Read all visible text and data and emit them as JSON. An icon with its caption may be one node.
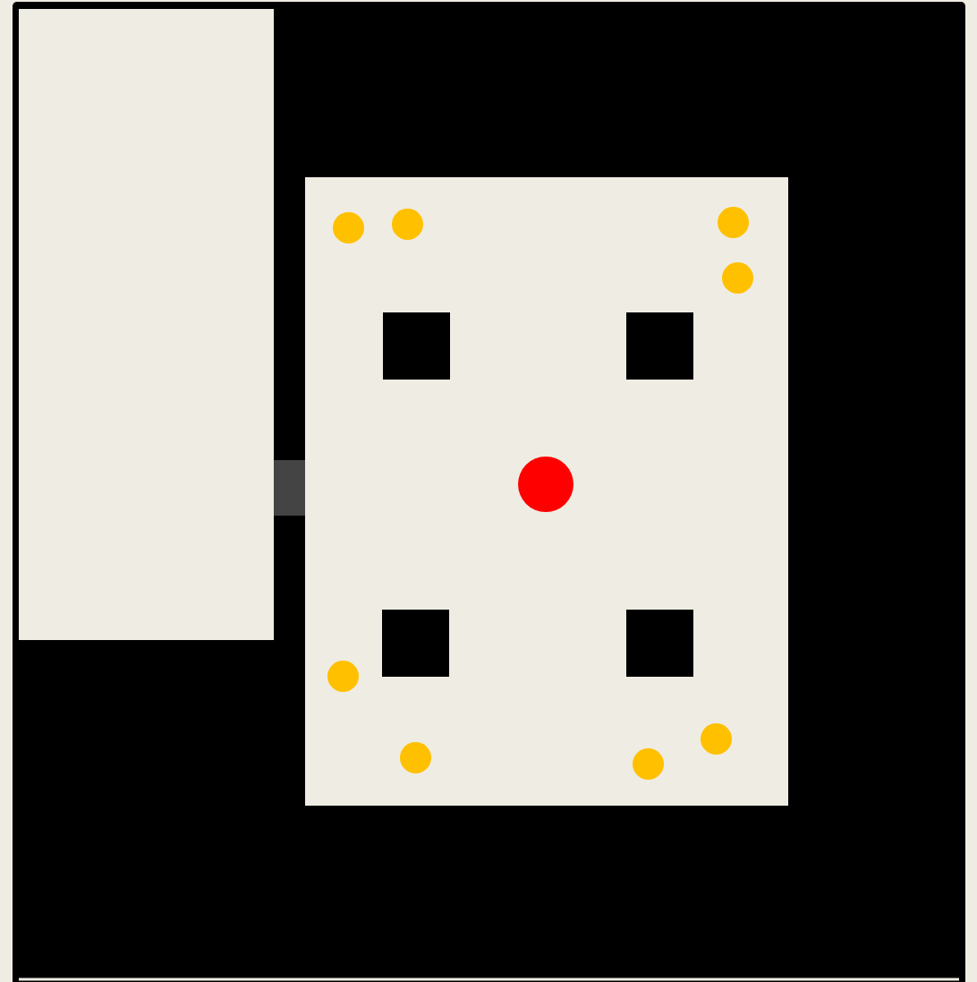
{
  "diagram": {
    "nodes": [
      {
        "text": [],
        "shape": "box"
      },
      {
        "text": [],
        "shape": "bar"
      },
      {
        "text": [],
        "shape": "box"
      },
      {
        "text": [],
        "shape": "box",
        "in": 2
      },
      {
        "text": [],
        "shape": "box",
        "in": 2
      },
      {
        "text": [],
        "shape": "box",
        "in": 2
      },
      {
        "text": [],
        "shape": "box",
        "in": 2
      },
      {
        "text": [],
        "shape": "circle",
        "in": 2
      },
      {
        "text": [],
        "shape": "circle",
        "in": 2
      },
      {
        "text": [],
        "shape": "circle",
        "in": 2
      },
      {
        "text": [],
        "shape": "circle",
        "in": 2
      },
      {
        "text": [],
        "shape": "circle",
        "in": 2
      },
      {
        "text": [],
        "shape": "circle",
        "in": 2
      },
      {
        "text": [],
        "shape": "circle",
        "in": 2
      },
      {
        "text": [],
        "shape": "circle",
        "in": 2
      },
      {
        "text": [],
        "shape": "circle",
        "in": 2
      }
    ]
  }
}
